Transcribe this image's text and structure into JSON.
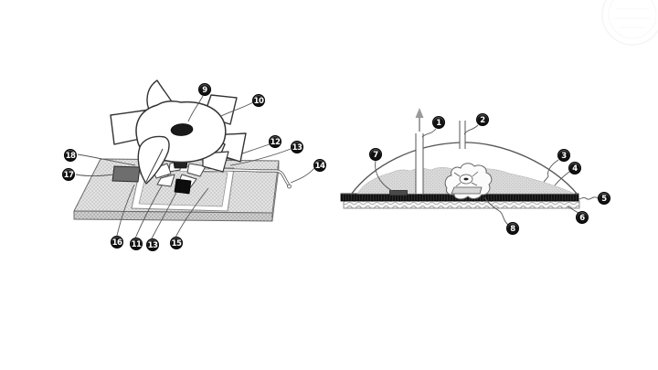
{
  "page": {
    "background": "#ffffff",
    "description_hint": "patent-style line drawing, two figures, numbered callouts"
  },
  "colors": {
    "line": "#555555",
    "badge_bg": "#111111",
    "badge_text": "#ffffff",
    "slab_fill": "#e2e2e2",
    "mound_fill": "#dcdcdc",
    "liner_bar": "#141414",
    "chip": "#6e6e6e",
    "watermark": "#efefef"
  },
  "figure_left": {
    "labels": [
      {
        "number": "9"
      },
      {
        "number": "10"
      },
      {
        "number": "12"
      },
      {
        "number": "13"
      },
      {
        "number": "14"
      },
      {
        "number": "18"
      },
      {
        "number": "17"
      },
      {
        "number": "16"
      },
      {
        "number": "11"
      },
      {
        "number": "13"
      },
      {
        "number": "15"
      }
    ]
  },
  "figure_right": {
    "labels": [
      {
        "number": "1"
      },
      {
        "number": "2"
      },
      {
        "number": "7"
      },
      {
        "number": "3"
      },
      {
        "number": "4"
      },
      {
        "number": "5"
      },
      {
        "number": "6"
      },
      {
        "number": "8"
      }
    ]
  }
}
